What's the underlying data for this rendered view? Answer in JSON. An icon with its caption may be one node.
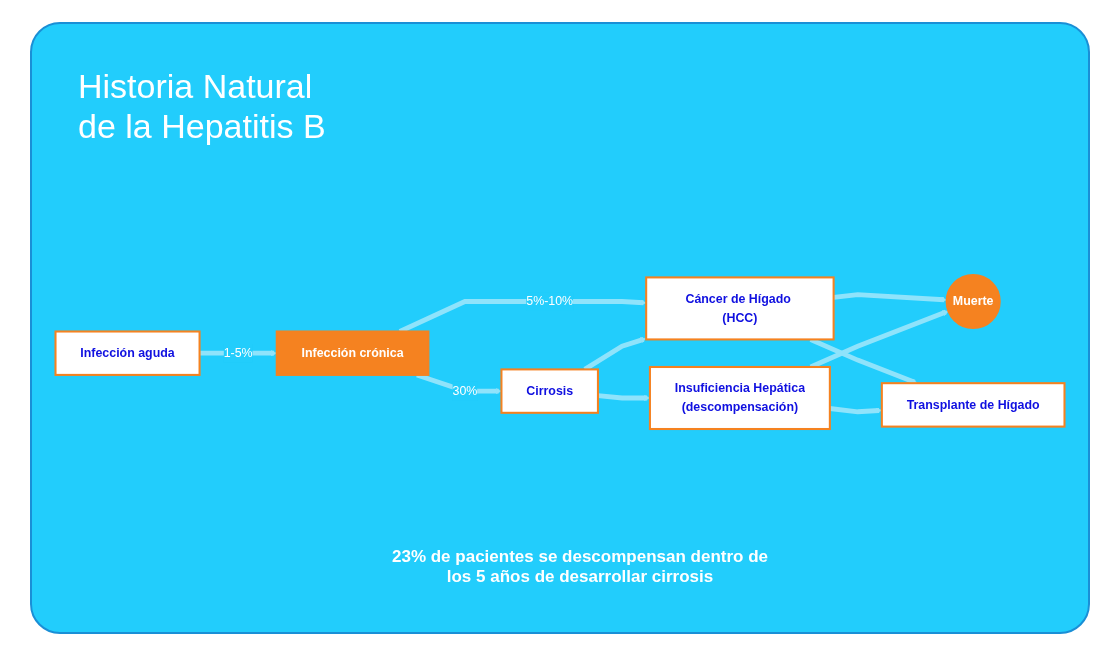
{
  "diagram": {
    "title": "Historia Natural de la Hepatitis B",
    "nodes": [
      {
        "text": [
          "Infección aguda"
        ]
      },
      {
        "text": [
          "Infección crónica"
        ]
      },
      {
        "text": [
          "Cáncer de Hígado (HCC)"
        ]
      },
      {
        "text": [
          "Cirrosis"
        ]
      },
      {
        "text": [
          "Transplante de Hígado"
        ]
      },
      {
        "text": [
          "Muerte"
        ]
      },
      {
        "text": [
          "Insuficiencia Hepática",
          "(descompensación)"
        ]
      }
    ],
    "edges": [
      {
        "from": 0,
        "to": 1,
        "arrow": "to",
        "label": "1-5%"
      },
      {
        "from": 1,
        "to": 2,
        "arrow": "to",
        "label": "5%-10%"
      },
      {
        "from": 1,
        "to": 3,
        "arrow": "to",
        "label": "30%"
      },
      {
        "from": 3,
        "to": 2,
        "arrow": "to"
      },
      {
        "from": 3,
        "to": 6,
        "arrow": "to"
      },
      {
        "from": 2,
        "to": 5,
        "arrow": "to"
      },
      {
        "from": 2,
        "to": 4,
        "arrow": "to"
      },
      {
        "from": 6,
        "to": 4,
        "arrow": "to"
      },
      {
        "from": 6,
        "to": 5,
        "arrow": "to"
      }
    ],
    "labels": [
      "23% de pacientes se descompensan dentro de los 5 años de desarrollar cirrosis"
    ]
  }
}
